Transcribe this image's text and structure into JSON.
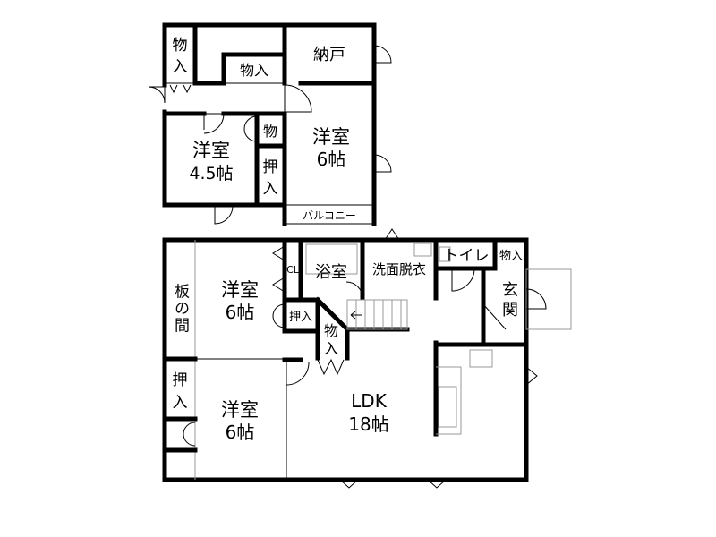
{
  "upper_floor": {
    "rooms": {
      "storage_left": "物入",
      "storage_inner": "物入",
      "nando": "納戸",
      "room_45_name": "洋室",
      "room_45_size": "4.5帖",
      "room_6_name": "洋室",
      "room_6_size": "6帖",
      "closet_small": "物",
      "oshiire": "押入",
      "balcony": "バルコニー"
    }
  },
  "lower_floor": {
    "rooms": {
      "itanoma": "板の間",
      "room_a_name": "洋室",
      "room_a_size": "6帖",
      "room_b_name": "洋室",
      "room_b_size": "6帖",
      "oshiire_left": "押入",
      "cl": "CL",
      "bath": "浴室",
      "washroom": "洗面脱衣",
      "toilet": "トイレ",
      "storage_right": "物入",
      "entrance": "玄関",
      "oshiire_mid": "押入",
      "storage_stairs": "物入",
      "ldk_name": "LDK",
      "ldk_size": "18帖"
    }
  }
}
